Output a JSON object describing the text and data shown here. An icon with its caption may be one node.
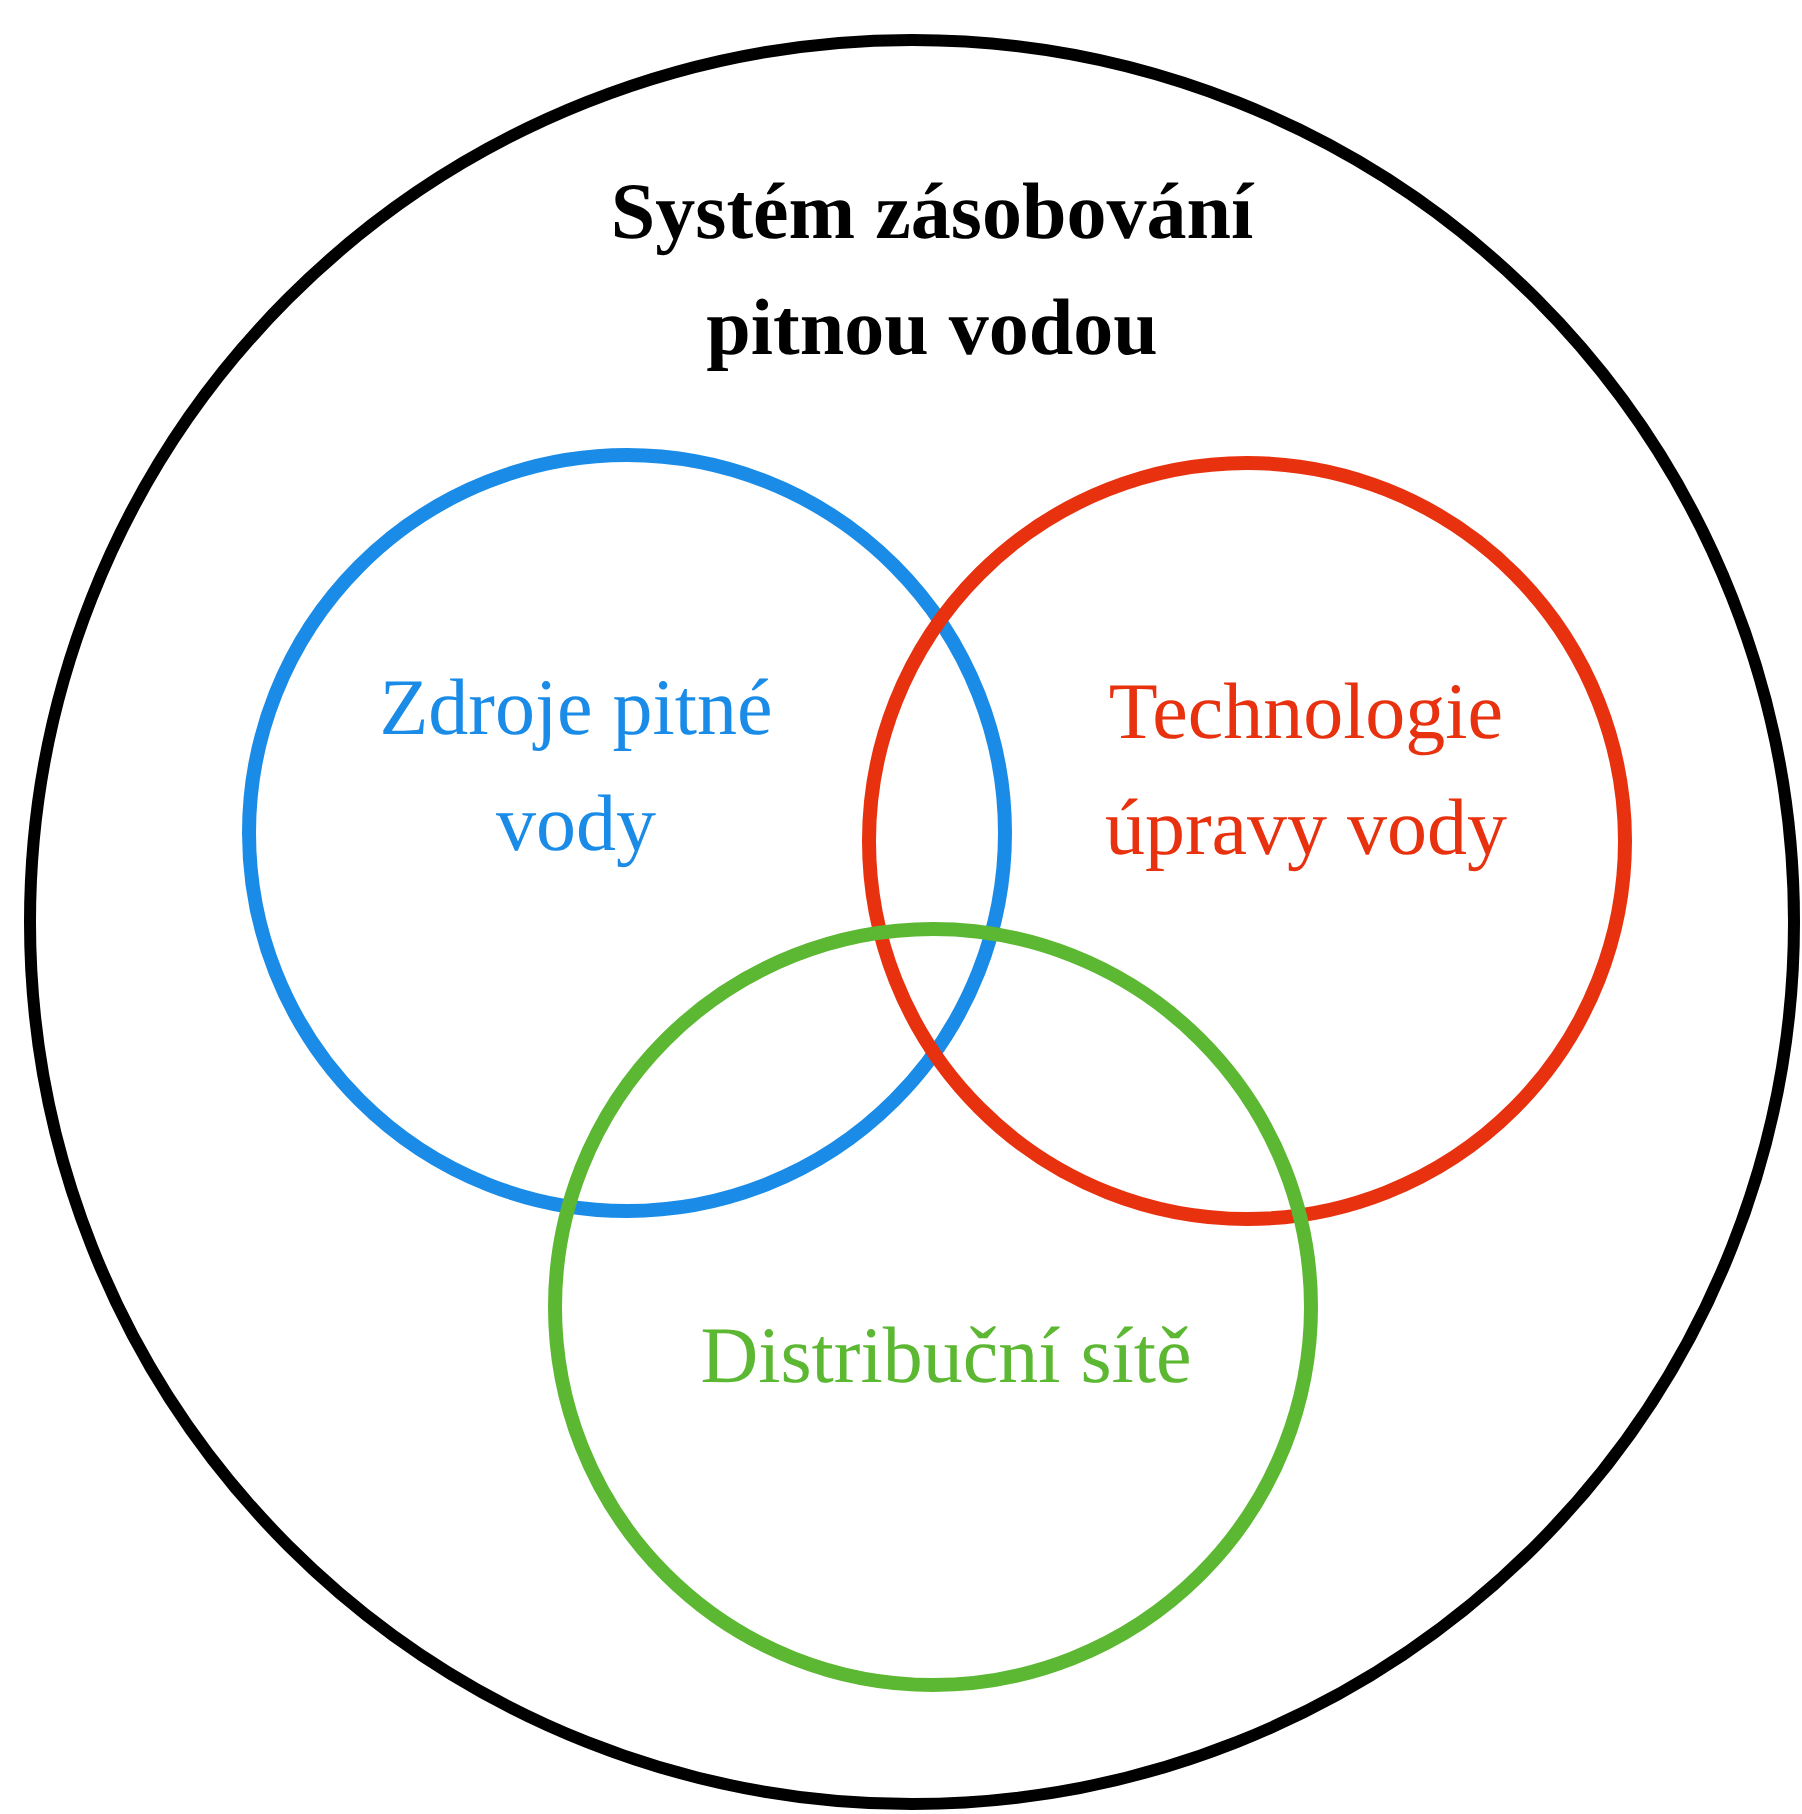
{
  "diagram": {
    "nodes": [
      {
        "text": [
          "Systém zásobování pitnou vodou"
        ]
      },
      {
        "text": [
          "Zdroje pitné vody"
        ],
        "in": 0
      },
      {
        "text": [
          "Technologie úpravy vody"
        ],
        "in": 0
      },
      {
        "text": [
          "Distribuční sítě"
        ],
        "in": 0
      }
    ]
  }
}
